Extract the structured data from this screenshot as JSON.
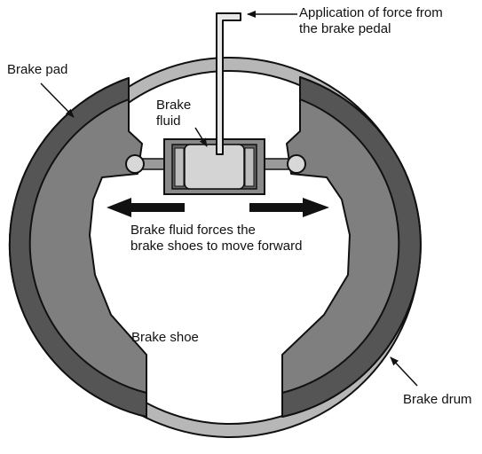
{
  "labels": {
    "force": [
      "Application of force from",
      "the brake pedal"
    ],
    "brake_pad": "Brake pad",
    "brake_fluid": [
      "Brake",
      "fluid"
    ],
    "fluid_forces": [
      "Brake fluid forces the",
      "brake shoes to move forward"
    ],
    "brake_shoe": "Brake shoe",
    "brake_drum": "Brake drum"
  },
  "colors": {
    "drum_ring": "#b7b7b7",
    "shoe": "#7f7f7f",
    "pad": "#555555",
    "cylinder": "#8a8a8a",
    "fluid": "#d4d4d4",
    "outline": "#111111"
  }
}
